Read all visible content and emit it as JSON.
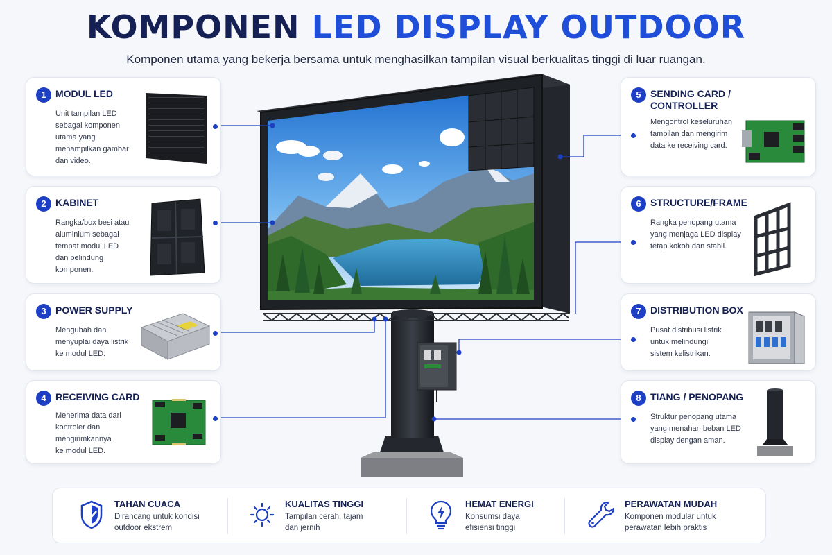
{
  "header": {
    "title_part1": "KOMPONEN ",
    "title_part2": "LED DISPLAY OUTDOOR",
    "subtitle": "Komponen utama yang bekerja bersama untuk menghasilkan tampilan visual berkualitas tinggi di luar ruangan."
  },
  "components": [
    {
      "num": "1",
      "title": "MODUL LED",
      "desc": "Unit tampilan LED\nsebagai komponen\nutama yang\nmenampilkan gambar\ndan video.",
      "icon": "led-module-icon"
    },
    {
      "num": "2",
      "title": "KABINET",
      "desc": "Rangka/box besi atau\naluminium sebagai\ntempat modul LED\ndan pelindung\nkomponen.",
      "icon": "cabinet-icon"
    },
    {
      "num": "3",
      "title": "POWER SUPPLY",
      "desc": "Mengubah dan\nmenyuplai daya listrik\nke modul LED.",
      "icon": "power-supply-icon"
    },
    {
      "num": "4",
      "title": "RECEIVING CARD",
      "desc": "Menerima data dari\nkontroler dan\nmengirimkannya\nke modul LED.",
      "icon": "receiving-card-icon"
    },
    {
      "num": "5",
      "title": "SENDING CARD /\nCONTROLLER",
      "desc": "Mengontrol keseluruhan\ntampilan dan mengirim\ndata ke receiving card.",
      "icon": "sending-card-icon"
    },
    {
      "num": "6",
      "title": "STRUCTURE/FRAME",
      "desc": "Rangka penopang utama\nyang menjaga LED display\ntetap kokoh dan stabil.",
      "icon": "frame-icon"
    },
    {
      "num": "7",
      "title": "DISTRIBUTION BOX",
      "desc": "Pusat distribusi listrik\nuntuk melindungi\nsistem kelistrikan.",
      "icon": "distribution-box-icon"
    },
    {
      "num": "8",
      "title": "TIANG / PENOPANG",
      "desc": "Struktur penopang utama\nyang menahan beban LED\ndisplay dengan aman.",
      "icon": "pole-icon"
    }
  ],
  "features": [
    {
      "title": "TAHAN CUACA",
      "desc": "Dirancang untuk kondisi\noutdoor ekstrem",
      "icon": "shield-check-icon"
    },
    {
      "title": "KUALITAS TINGGI",
      "desc": "Tampilan cerah, tajam\ndan jernih",
      "icon": "sun-icon"
    },
    {
      "title": "HEMAT ENERGI",
      "desc": "Konsumsi daya\nefisiensi tinggi",
      "icon": "bulb-bolt-icon"
    },
    {
      "title": "PERAWATAN MUDAH",
      "desc": "Komponen modular untuk\nperawatan lebih praktis",
      "icon": "wrench-icon"
    }
  ],
  "colors": {
    "primary": "#152055",
    "accent": "#1f4fd8",
    "badge": "#1d3fc4",
    "background": "#f5f7fb"
  }
}
